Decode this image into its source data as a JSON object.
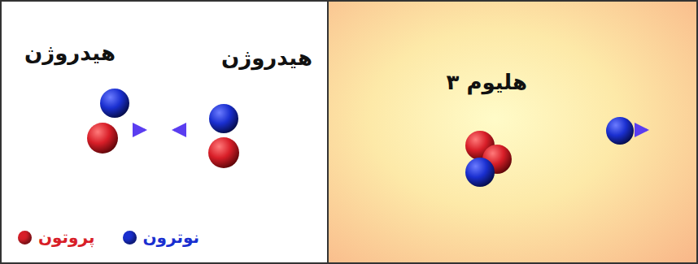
{
  "diagram": {
    "labels": [
      "هیدروژن",
      "هیدروژن",
      "هلیوم ۳"
    ],
    "legend": [
      {
        "text": "نوترون",
        "color": "#1a2fd0"
      },
      {
        "text": "پروتون",
        "color": "#d81e28"
      }
    ]
  }
}
